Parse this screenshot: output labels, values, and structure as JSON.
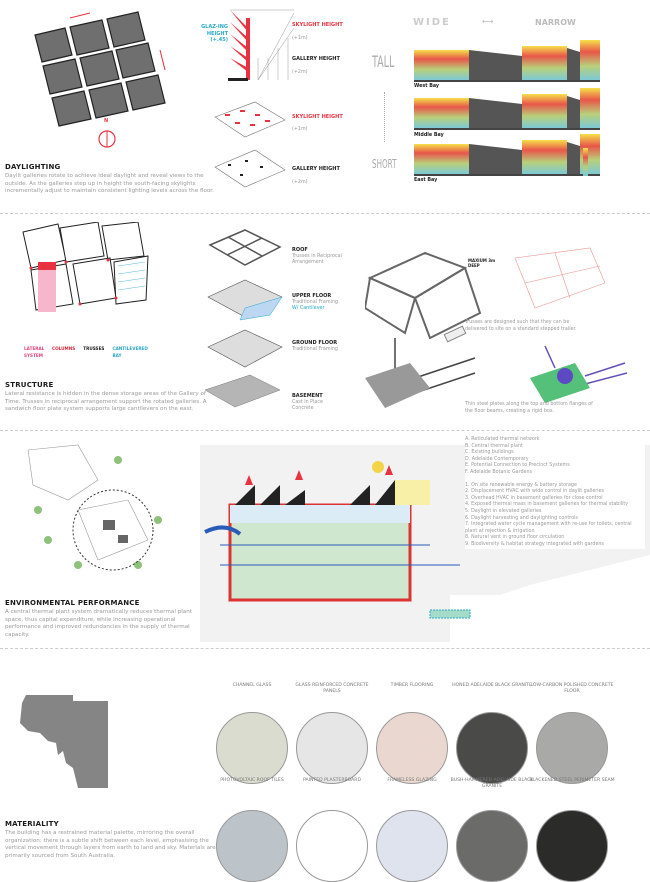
{
  "daylighting": {
    "title": "DAYLIGHTING",
    "body": "Daylit galleries rotate to achieve ideal daylight and reveal views to the outside. As the galleries step up in height the south-facing skylights incrementally adjust to maintain consistent lighting levels across the floor.",
    "compass": "N",
    "glazing_label": "GLAZ-ING HEIGHT (+.45)",
    "skylight_label": "SKYLIGHT HEIGHT",
    "skylight_sub": "(+1m)",
    "gallery_label": "GALLERY HEIGHT",
    "gallery_sub": "(+2m)",
    "wide": "WIDE",
    "narrow": "NARROW",
    "tall": "TALL",
    "short": "SHORT",
    "bays": [
      "West Bay",
      "Middle Bay",
      "East Bay"
    ]
  },
  "structure": {
    "title": "STRUCTURE",
    "body": "Lateral resistance is hidden in the dense storage areas of the Gallery of Time. Trusses in reciprocal arrangement support the rotated galleries. A sandwich floor plate system supports large cantilevers on the east.",
    "plan_labels": [
      {
        "text": "LATERAL SYSTEM",
        "color": "#e0457b"
      },
      {
        "text": "COLUMNS",
        "color": "#d8283a"
      },
      {
        "text": "TRUSSES",
        "color": "#222222"
      },
      {
        "text": "CANTILEVERED BAY",
        "color": "#2aa7c9"
      }
    ],
    "layers": [
      {
        "title": "ROOF",
        "sub": "Trusses in Reciprocal Arrangement",
        "extra": ""
      },
      {
        "title": "UPPER FLOOR",
        "sub": "Traditional Framing",
        "extra": "W/ Cantilever"
      },
      {
        "title": "GROUND FLOOR",
        "sub": "Traditional Framing",
        "extra": ""
      },
      {
        "title": "BASEMENT",
        "sub": "Cast In Place Concrete",
        "extra": ""
      }
    ],
    "max_depth": "MAXIUM 3m DEEP",
    "truss_note": "Trusses are designed such that they can be delivered to site on a standard stepped trailer.",
    "plate_note": "Thin steel plates along the top and bottom flanges of the floor beams, creating a rigid box."
  },
  "environmental": {
    "title": "ENVIRONMENTAL PERFORMANCE",
    "body": "A central thermal plant system dramatically reduces thermal plant space, thus capital expenditure, while increasing operational performance and improved redundancies in the supply of thermal capacity.",
    "legend_letters": [
      "A. Reticulated thermal network",
      "B. Central thermal plant",
      "C. Existing buildings",
      "D. Adelaide Contemporary",
      "E. Potential Connection to Precinct Systems",
      "F. Adelaide Botanic Gardens"
    ],
    "legend_numbers": [
      "1. On site renewable energy & battery storage",
      "2. Displacement HVAC with wide control in daylit galleries",
      "3. Overhead HVAC in basement galleries for close control",
      "4. Exposed thermal mass in basement galleries for thermal stability",
      "5. Daylight in elevated galleries",
      "6. Daylight harvesting and daylighting controls",
      "7. Integrated water cycle management with re-use for toilets, central plant at rejection & irrigation",
      "8. Natural vent in ground floor circulation",
      "9. Biodiversity & habitat strategy integrated with gardens"
    ]
  },
  "materiality": {
    "title": "MATERIALITY",
    "body": "The building has a restrained material palette, mirroring the overall organization: there is a subtle shift between each level, emphasising the vertical movement through layers from earth to land and sky. Materials are primarily sourced from South Australia.",
    "materials": [
      {
        "name": "CHANNEL GLASS",
        "color": "#d9dccf"
      },
      {
        "name": "GLASS REINFORCED CONCRETE PANELS",
        "color": "#e6e6e6"
      },
      {
        "name": "TIMBER FLOORING",
        "color": "#ead8d0"
      },
      {
        "name": "HONED ADELAIDE BLACK GRANITE",
        "color": "#4a4a48"
      },
      {
        "name": "LOW-CARBON POLISHED CONCRETE FLOOR",
        "color": "#a9a9a7"
      },
      {
        "name": "PHOTOVOLTAIC ROOF TILES",
        "color": "#bcc4c9"
      },
      {
        "name": "PAINTED PLASTERBOARD",
        "color": "#ffffff"
      },
      {
        "name": "FRAMELESS GLAZING",
        "color": "#dfe3ee"
      },
      {
        "name": "BUSH-HAMMERED ADELAIDE BLACK GRANITE",
        "color": "#6b6b6a"
      },
      {
        "name": "BLACKENED STEEL PERIMETER SEAM",
        "color": "#2b2b2a"
      }
    ]
  },
  "colors": {
    "accent_red": "#e8323f",
    "accent_cyan": "#2aa7c9",
    "accent_pink": "#e0457b"
  }
}
